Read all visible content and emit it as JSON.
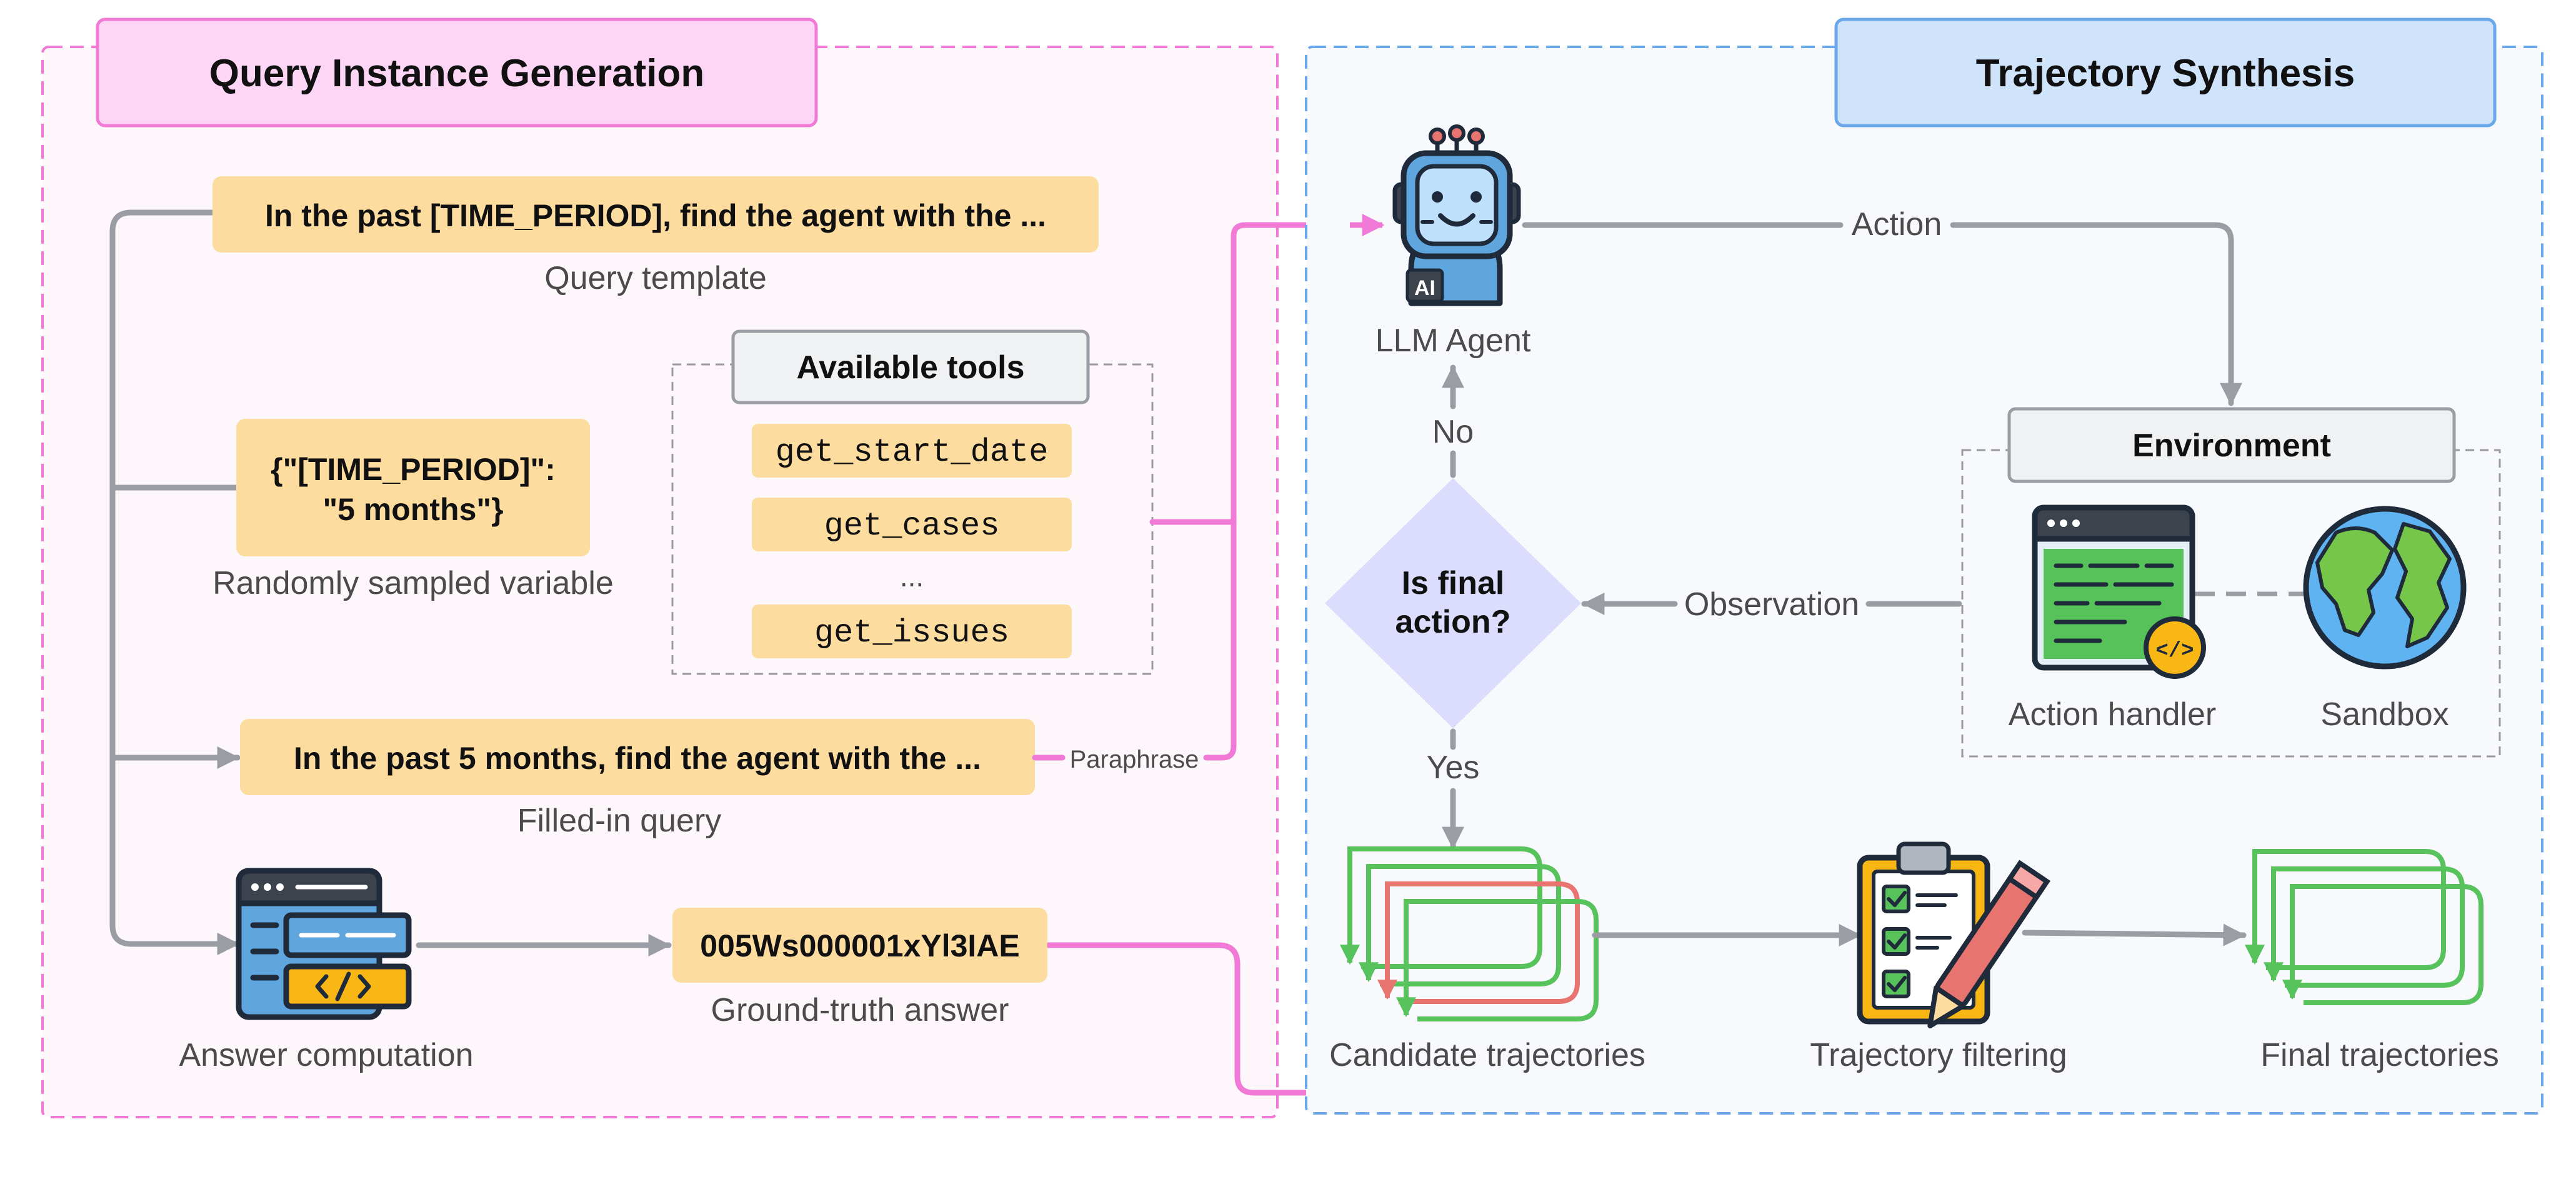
{
  "left_panel": {
    "title": "Query Instance Generation",
    "template_text": "In the past [TIME_PERIOD], find the agent with the ...",
    "template_label": "Query template",
    "variable_line1": "{\"[TIME_PERIOD]\":",
    "variable_line2": "\"5 months\"}",
    "variable_label": "Randomly sampled variable",
    "tools_title": "Available tools",
    "tools": [
      "get_start_date",
      "get_cases",
      "...",
      "get_issues"
    ],
    "filled_text": "In the past 5 months, find the agent with the ...",
    "filled_label": "Filled-in query",
    "paraphrase_label": "Paraphrase",
    "answer_computation_label": "Answer computation",
    "answer_value": "005Ws000001xYl3IAE",
    "answer_label": "Ground-truth answer"
  },
  "right_panel": {
    "title": "Trajectory Synthesis",
    "agent_label": "LLM Agent",
    "agent_badge": "AI",
    "action_label": "Action",
    "environment_title": "Environment",
    "action_handler_label": "Action handler",
    "action_handler_badge": "</>",
    "sandbox_label": "Sandbox",
    "observation_label": "Observation",
    "decision_line1": "Is final",
    "decision_line2": "action?",
    "no_label": "No",
    "yes_label": "Yes",
    "candidate_label": "Candidate trajectories",
    "filtering_label": "Trajectory filtering",
    "final_label": "Final trajectories"
  },
  "colors": {
    "pink_border": "#f07ad6",
    "pink_fill": "#fdd6f5",
    "blue_border": "#6aa8ea",
    "blue_fill": "#cfe3fb",
    "orange_box": "#fddca0",
    "gray_arrow": "#9a9da3",
    "pink_arrow": "#f07ad6",
    "green_traj": "#58c25c",
    "red_traj": "#e87470",
    "diamond": "#dcdcfc"
  }
}
